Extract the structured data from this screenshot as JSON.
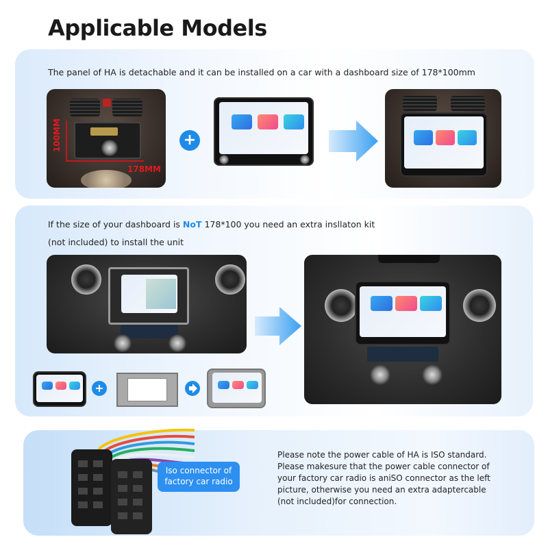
{
  "title": "Applicable Models",
  "section1": {
    "text": "The panel of HA is detachable and it can be installed on a car with a dashboard size of 178*100mm",
    "dim_height": "100MM",
    "dim_width": "178MM",
    "plus": "+"
  },
  "section2": {
    "line1_before": "If the size of your dashboard is ",
    "line1_highlight": "NoT",
    "line1_after": " 178*100 you need an extra insllaton kit",
    "line2": "(not included) to install the unit",
    "plus": "+"
  },
  "section3": {
    "callout_line1": "Iso connector of",
    "callout_line2": "factory car radio",
    "note_lines": [
      "Please note the power cable of HA is ISO standard.",
      "Please makesure that the power cable connector of",
      "your factory car radio is aniSO connector as the left",
      "picture, otherwise you need an extra adaptercable",
      "(not included)for connection."
    ]
  },
  "colors": {
    "accent": "#1e8be6",
    "dimension": "#e01a23"
  }
}
